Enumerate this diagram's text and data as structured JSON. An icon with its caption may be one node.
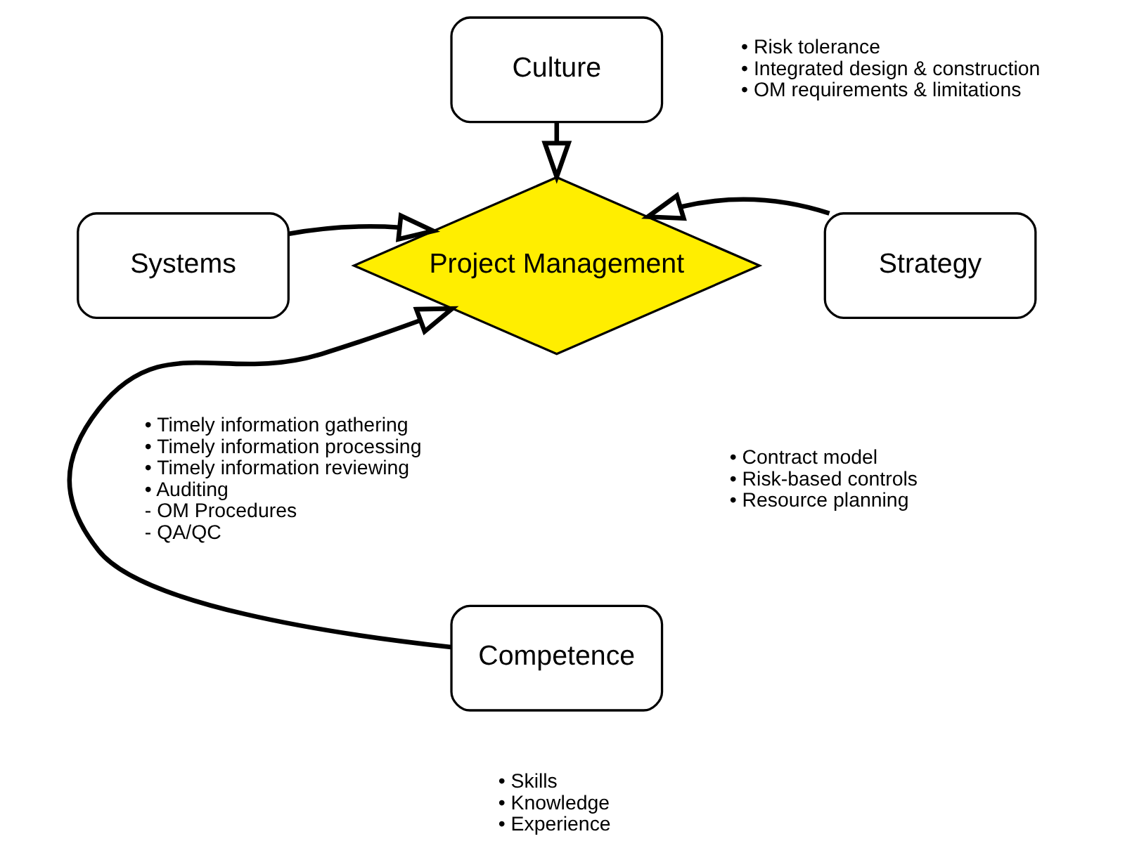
{
  "diagram": {
    "nodes": [
      {
        "text": [
          "Culture"
        ],
        "beside": [
          "• Risk tolerance",
          "• Integrated design & construction",
          "• OM requirements & limitations"
        ]
      },
      {
        "text": [
          "Systems"
        ],
        "beside": [
          "• Timely information gathering",
          "• Timely information processing",
          "• Timely information reviewing",
          "• Auditing",
          "- OM Procedures",
          "- QA/QC"
        ]
      },
      {
        "text": [
          "Project Management"
        ]
      },
      {
        "text": [
          "Strategy"
        ],
        "beside": [
          "• Contract model",
          "• Risk-based controls",
          "• Resource planning"
        ]
      },
      {
        "text": [
          "Competence"
        ],
        "beside": [
          "• Skills",
          "• Knowledge",
          "• Experience"
        ]
      }
    ],
    "edges": [
      {
        "from": 0,
        "to": 2,
        "arrow": "to"
      },
      {
        "from": 1,
        "to": 2,
        "arrow": "to"
      },
      {
        "from": 3,
        "to": 2,
        "arrow": "to"
      },
      {
        "from": 4,
        "to": 2,
        "arrow": "to"
      }
    ]
  }
}
